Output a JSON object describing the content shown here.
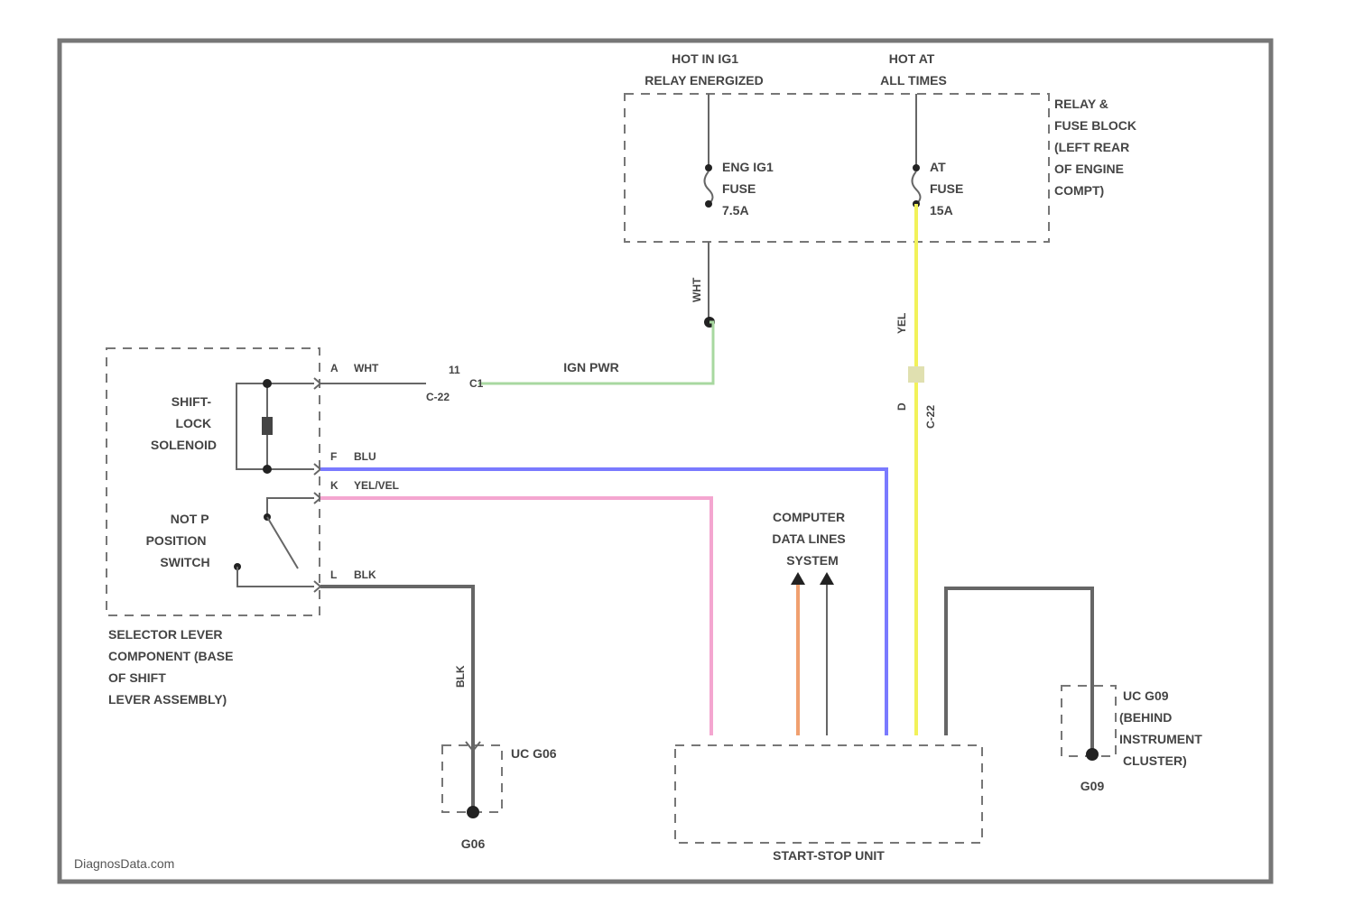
{
  "relay_block": {
    "hot_a_lines": [
      "HOT IN IG1",
      "RELAY ENERGIZED"
    ],
    "hot_b_lines": [
      "HOT AT",
      "ALL TIMES"
    ],
    "label_lines": [
      "RELAY &",
      "FUSE BLOCK",
      "(LEFT REAR",
      "OF ENGINE",
      "COMPT)"
    ],
    "fuse_a_lines": [
      "ENG IG1",
      "FUSE",
      "7.5A"
    ],
    "fuse_b_lines": [
      "AT",
      "FUSE",
      "15A"
    ]
  },
  "selector": {
    "label_lines": [
      "SELECTOR LEVER",
      "COMPONENT (BASE",
      "OF SHIFT",
      "LEVER ASSEMBLY)"
    ],
    "solenoid_lines": [
      "SHIFT-",
      "LOCK",
      "SOLENOID"
    ],
    "switch_lines": [
      "NOT P",
      "POSITION",
      "SWITCH"
    ],
    "pin_a": "A",
    "pin_f": "F",
    "pin_k": "K",
    "pin_l": "L",
    "wire_a": "WHT",
    "wire_f": "BLU",
    "wire_k": "YEL/VEL",
    "wire_l": "BLK"
  },
  "wires": {
    "wht_vertical": "WHT",
    "ign_pwr": "IGN PWR",
    "yel_vertical": "YEL",
    "blk_ground": "BLK",
    "c1": "C1",
    "c1_sub": "C-22",
    "yel_conn": "D"
  },
  "data_lines": [
    "COMPUTER",
    "DATA LINES",
    "SYSTEM"
  ],
  "start_stop_unit": "START-STOP UNIT",
  "grounds": {
    "g1_label": "UC G06",
    "g1_id": "G06",
    "g2_lines": [
      "UC G09",
      "(BEHIND",
      "INSTRUMENT",
      "CLUSTER)"
    ],
    "g2_id": "G09"
  },
  "watermark": "DiagnosData.com"
}
